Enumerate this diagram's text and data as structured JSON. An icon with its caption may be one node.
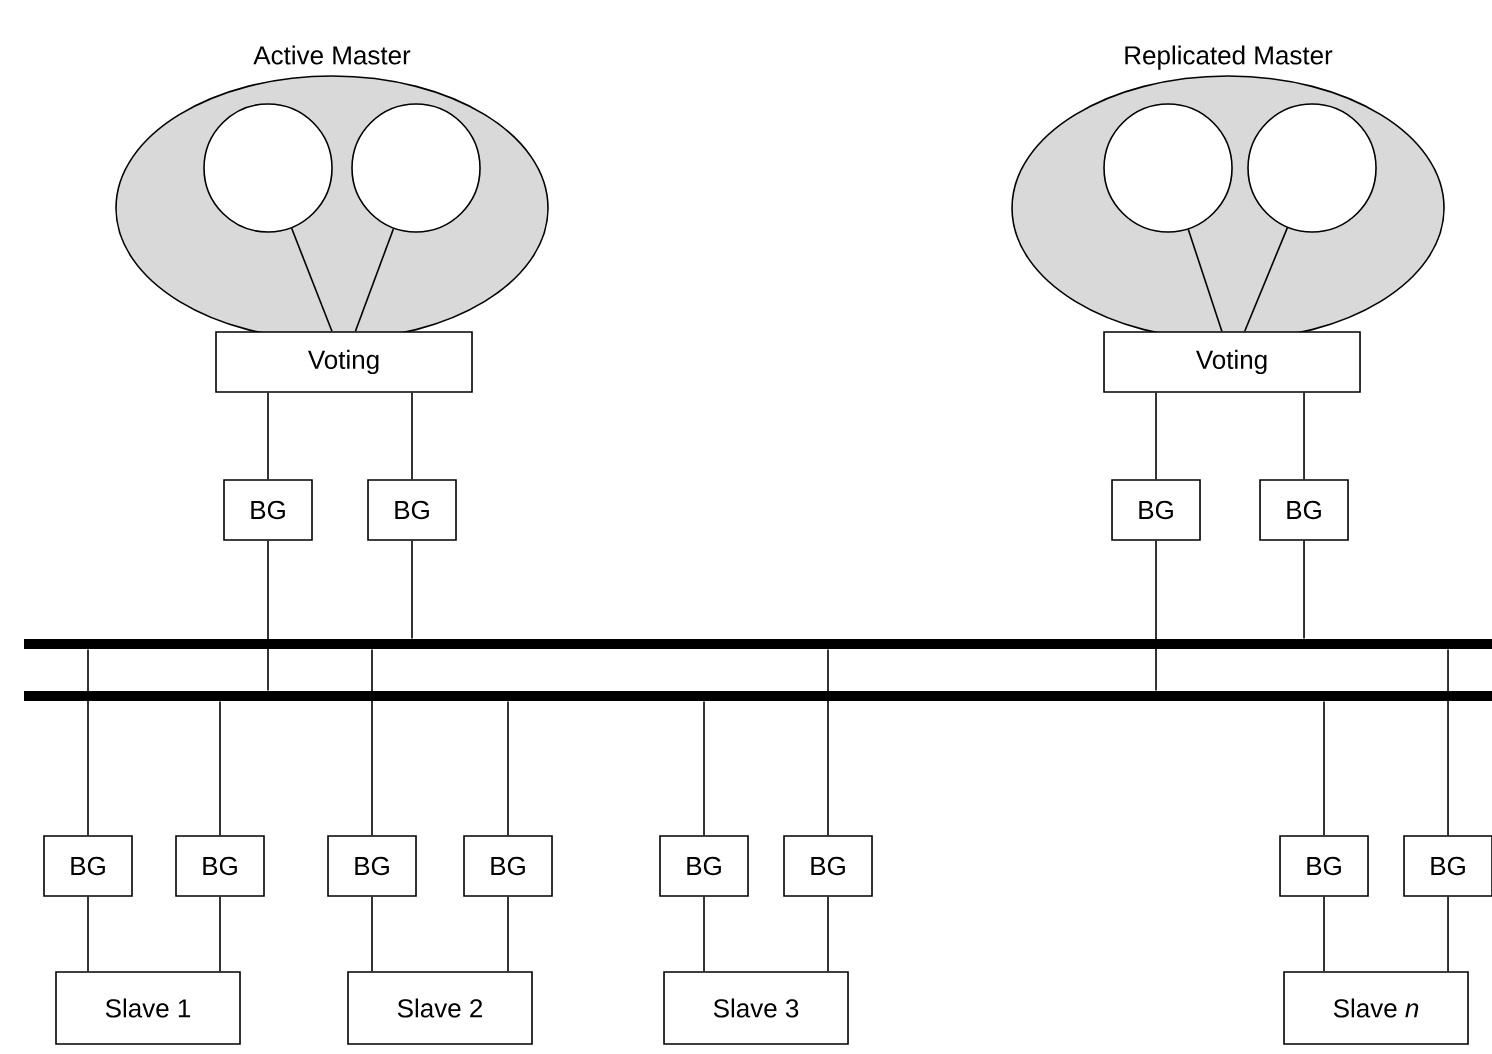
{
  "diagram": {
    "nodes": [
      {
        "text": [
          "Active Master"
        ]
      },
      {
        "text": [],
        "shape": "circle",
        "in": 0
      },
      {
        "text": [],
        "shape": "circle",
        "in": 0
      },
      {
        "text": [
          "Voting"
        ]
      },
      {
        "text": [
          "Replicated Master"
        ]
      },
      {
        "text": [],
        "shape": "circle",
        "in": 4
      },
      {
        "text": [],
        "shape": "circle",
        "in": 4
      },
      {
        "text": [
          "Voting"
        ]
      },
      {
        "text": [
          "BG"
        ]
      },
      {
        "text": [
          "BG"
        ]
      },
      {
        "text": [
          "BG"
        ]
      },
      {
        "text": [
          "BG"
        ]
      },
      {
        "text": [],
        "shape": "bar"
      },
      {
        "text": [],
        "shape": "bar"
      },
      {
        "text": [
          "BG"
        ]
      },
      {
        "text": [
          "BG"
        ]
      },
      {
        "text": [
          "BG"
        ]
      },
      {
        "text": [
          "BG"
        ]
      },
      {
        "text": [
          "BG"
        ]
      },
      {
        "text": [
          "BG"
        ]
      },
      {
        "text": [
          "BG"
        ]
      },
      {
        "text": [
          "BG"
        ]
      },
      {
        "text": [
          "Slave 1"
        ]
      },
      {
        "text": [
          "Slave 2"
        ]
      },
      {
        "text": [
          "Slave 3"
        ]
      },
      {
        "text": [
          "Slave *n*"
        ]
      }
    ],
    "edges": [
      {
        "from": 1,
        "to": 3,
        "arrow": "none"
      },
      {
        "from": 2,
        "to": 3,
        "arrow": "none"
      },
      {
        "from": 5,
        "to": 7,
        "arrow": "none"
      },
      {
        "from": 6,
        "to": 7,
        "arrow": "none"
      },
      {
        "from": 3,
        "to": 8,
        "arrow": "none"
      },
      {
        "from": 3,
        "to": 9,
        "arrow": "none"
      },
      {
        "from": 7,
        "to": 10,
        "arrow": "none"
      },
      {
        "from": 7,
        "to": 11,
        "arrow": "none"
      },
      {
        "from": 8,
        "to": 13,
        "arrow": "none"
      },
      {
        "from": 9,
        "to": 12,
        "arrow": "none"
      },
      {
        "from": 10,
        "to": 13,
        "arrow": "none"
      },
      {
        "from": 11,
        "to": 12,
        "arrow": "none"
      },
      {
        "from": 14,
        "to": 12,
        "arrow": "none"
      },
      {
        "from": 15,
        "to": 13,
        "arrow": "none"
      },
      {
        "from": 16,
        "to": 12,
        "arrow": "none"
      },
      {
        "from": 17,
        "to": 13,
        "arrow": "none"
      },
      {
        "from": 18,
        "to": 13,
        "arrow": "none"
      },
      {
        "from": 19,
        "to": 12,
        "arrow": "none"
      },
      {
        "from": 20,
        "to": 13,
        "arrow": "none"
      },
      {
        "from": 21,
        "to": 12,
        "arrow": "none"
      },
      {
        "from": 14,
        "to": 22,
        "arrow": "none"
      },
      {
        "from": 15,
        "to": 22,
        "arrow": "none"
      },
      {
        "from": 16,
        "to": 23,
        "arrow": "none"
      },
      {
        "from": 17,
        "to": 23,
        "arrow": "none"
      },
      {
        "from": 18,
        "to": 24,
        "arrow": "none"
      },
      {
        "from": 19,
        "to": 24,
        "arrow": "none"
      },
      {
        "from": 20,
        "to": 25,
        "arrow": "none"
      },
      {
        "from": 21,
        "to": 25,
        "arrow": "none"
      }
    ]
  }
}
